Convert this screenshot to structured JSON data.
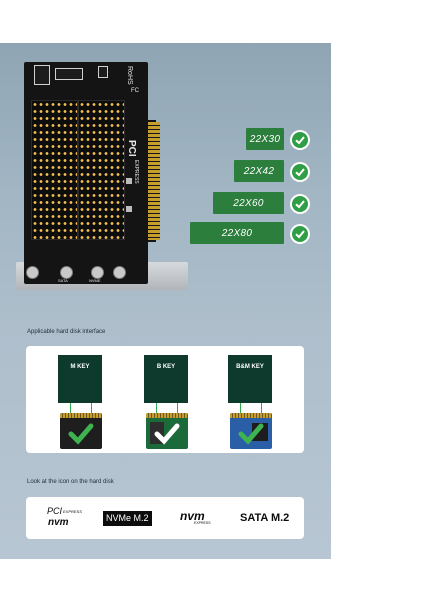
{
  "card": {
    "silkscreen_top": "RoHS",
    "silkscreen_pci": "PCI",
    "silkscreen_express": "EXPRESS",
    "silkscreen_port_a": "SATA",
    "silkscreen_port_b": "NVME",
    "logo_brand_color": "#141414"
  },
  "sizes": [
    {
      "label": "22X30"
    },
    {
      "label": "22X42"
    },
    {
      "label": "22X60"
    },
    {
      "label": "22X80"
    }
  ],
  "interface_section": {
    "title": "Applicable hard disk interface",
    "keys": [
      {
        "label": "M KEY"
      },
      {
        "label": "B KEY"
      },
      {
        "label": "B&M KEY"
      }
    ]
  },
  "icon_section": {
    "title": "Look at the icon on the hard disk",
    "logos": {
      "pci": "PCI",
      "express": "EXPRESS",
      "nvm_small": "nvm",
      "nvme_m2": "NVMe M.2",
      "nvm_large": "nvm",
      "express_small": "EXPRESS",
      "sata_m2": "SATA M.2"
    }
  },
  "colors": {
    "accent_green": "#2c7e3d",
    "check_green": "#2f9e44",
    "key_dark": "#0d3a2c"
  }
}
